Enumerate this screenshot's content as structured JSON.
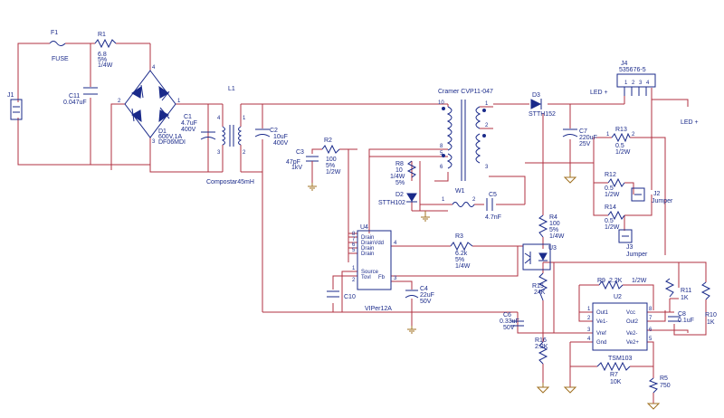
{
  "components": {
    "J1": {
      "ref": "J1"
    },
    "F1": {
      "ref": "F1",
      "value": "FUSE"
    },
    "R1": {
      "ref": "R1",
      "v1": "6.8",
      "v2": "5%",
      "v3": "1/4W"
    },
    "C11": {
      "ref": "C11",
      "value": "0.047uF"
    },
    "D1": {
      "ref": "D1",
      "v1": "600V,1A",
      "v2": "DF06MDI"
    },
    "C1": {
      "ref": "C1",
      "v1": "4.7uF",
      "v2": "400V"
    },
    "L1": {
      "ref": "L1",
      "value": "Compostar45mH"
    },
    "C2": {
      "ref": "C2",
      "v1": "10uF",
      "v2": "400V"
    },
    "T1": {
      "value": "Cramer CVP11-047"
    },
    "D3": {
      "ref": "D3",
      "value": "STTH152"
    },
    "J4": {
      "ref": "J4",
      "value": "535676-5"
    },
    "C7": {
      "ref": "C7",
      "v1": "220uF",
      "v2": "25V"
    },
    "R13": {
      "ref": "R13",
      "v1": "0.5",
      "v2": "1/2W"
    },
    "R12": {
      "ref": "R12",
      "v1": "0.5",
      "v2": "1/2W"
    },
    "R14": {
      "ref": "R14",
      "v1": "0.5",
      "v2": "1/2W"
    },
    "J2": {
      "ref": "J2",
      "value": "Jumper"
    },
    "J3": {
      "ref": "J3",
      "value": "Jumper"
    },
    "C3": {
      "ref": "C3",
      "v1": "47pF",
      "v2": "1kV"
    },
    "R2": {
      "ref": "R2",
      "v1": "100",
      "v2": "5%",
      "v3": "1/2W"
    },
    "R8": {
      "ref": "R8",
      "v1": "10",
      "v2": "1/4W",
      "v3": "5%"
    },
    "D2": {
      "ref": "D2",
      "value": "STTH102"
    },
    "W1": {
      "ref": "W1"
    },
    "C5": {
      "ref": "C5",
      "value": "4.7nF"
    },
    "R4": {
      "ref": "R4",
      "v1": "100",
      "v2": "5%",
      "v3": "1/4W"
    },
    "U4": {
      "ref": "U4",
      "value": "VIPer12A",
      "pins": [
        "Drain",
        "DrainVdd",
        "Drain",
        "Drain",
        "Source",
        "Tovl",
        "Fb"
      ]
    },
    "R3": {
      "ref": "R3",
      "v1": "6.2k",
      "v2": "5%",
      "v3": "1/4W"
    },
    "U3": {
      "ref": "U3"
    },
    "C10": {
      "ref": "C10"
    },
    "C4": {
      "ref": "C4",
      "v1": "22uF",
      "v2": "50V"
    },
    "R9": {
      "ref": "R9",
      "value": "2.2K",
      "power": "1/2W"
    },
    "R11": {
      "ref": "R11",
      "value": "1K"
    },
    "R10": {
      "ref": "R10",
      "value": "1K"
    },
    "U2": {
      "ref": "U2",
      "value": "TSM103",
      "pins_left": [
        "Out1",
        "Ve1-",
        "Vref",
        "Gnd"
      ],
      "pins_right": [
        "Vcc",
        "Out2",
        "Ve2-",
        "Ve2+"
      ]
    },
    "C8": {
      "ref": "C8",
      "value": "0.1uF"
    },
    "R15": {
      "ref": "R15",
      "value": "24K"
    },
    "C6": {
      "ref": "C6",
      "v1": "0.33uF",
      "v2": "50V"
    },
    "R16": {
      "ref": "R16",
      "value": "2.2K"
    },
    "R7": {
      "ref": "R7",
      "value": "10K"
    },
    "R5": {
      "ref": "R5",
      "value": "750"
    }
  },
  "nets": {
    "led_plus_a": "LED +",
    "led_plus_b": "LED +"
  },
  "pin_numbers": {
    "p1": "1",
    "p2": "2",
    "p3": "3",
    "p4": "4",
    "p5": "5",
    "p6": "6",
    "p7": "7",
    "p8": "8",
    "p10": "10"
  }
}
